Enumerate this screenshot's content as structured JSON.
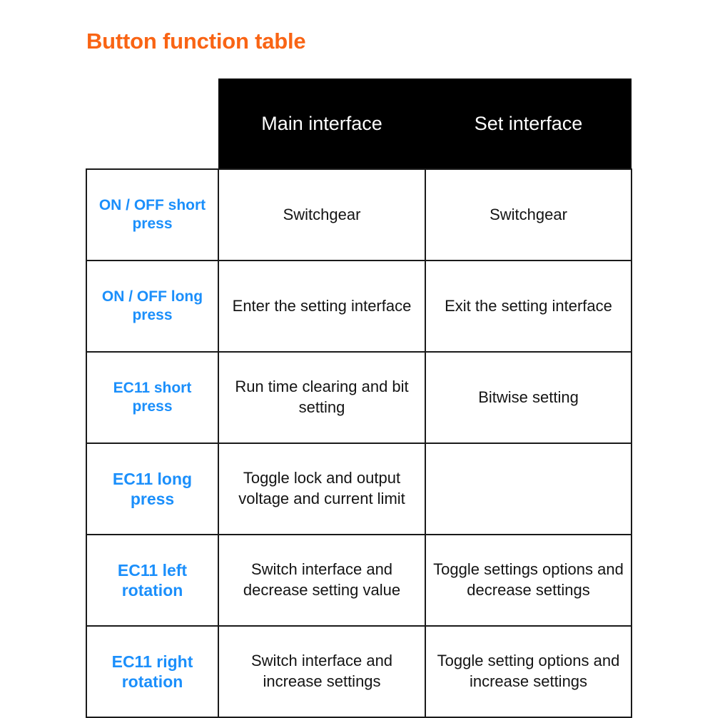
{
  "title": "Button function table",
  "colors": {
    "title_orange": "#f96414",
    "key_blue": "#1b8ffb",
    "header_bg": "#000000",
    "header_text": "#ffffff",
    "body_text": "#141414",
    "border": "#1a1a1a"
  },
  "table": {
    "columns": [
      {
        "key": "action",
        "label": ""
      },
      {
        "key": "main",
        "label": "Main interface"
      },
      {
        "key": "set",
        "label": "Set interface"
      }
    ],
    "rows": [
      {
        "action": "ON / OFF short press",
        "action_lead": "ON / OFF",
        "action_tail": "short press",
        "main": "Switchgear",
        "set": "Switchgear",
        "emphasis": "small"
      },
      {
        "action": "ON / OFF long press",
        "action_lead": "ON / OFF",
        "action_tail": "long press",
        "main": "Enter the setting interface",
        "set": "Exit the setting interface",
        "emphasis": "small"
      },
      {
        "action": "EC11 short press",
        "action_lead": "EC11",
        "action_tail": "short press",
        "main": "Run time clearing and bit setting",
        "set": "Bitwise setting",
        "emphasis": "small"
      },
      {
        "action": "EC11 long press",
        "action_lead": "EC11",
        "action_tail": "long press",
        "main": "Toggle lock and output voltage and current limit",
        "set": "",
        "emphasis": "big"
      },
      {
        "action": "EC11 left rotation",
        "action_lead": "EC11",
        "action_tail": "left rotation",
        "main": "Switch interface and decrease setting value",
        "set": "Toggle settings options and decrease settings",
        "emphasis": "big"
      },
      {
        "action": "EC11 right rotation",
        "action_lead": "EC11",
        "action_tail": "right rotation",
        "main": "Switch interface and increase settings",
        "set": "Toggle setting options and increase settings",
        "emphasis": "big"
      }
    ]
  }
}
